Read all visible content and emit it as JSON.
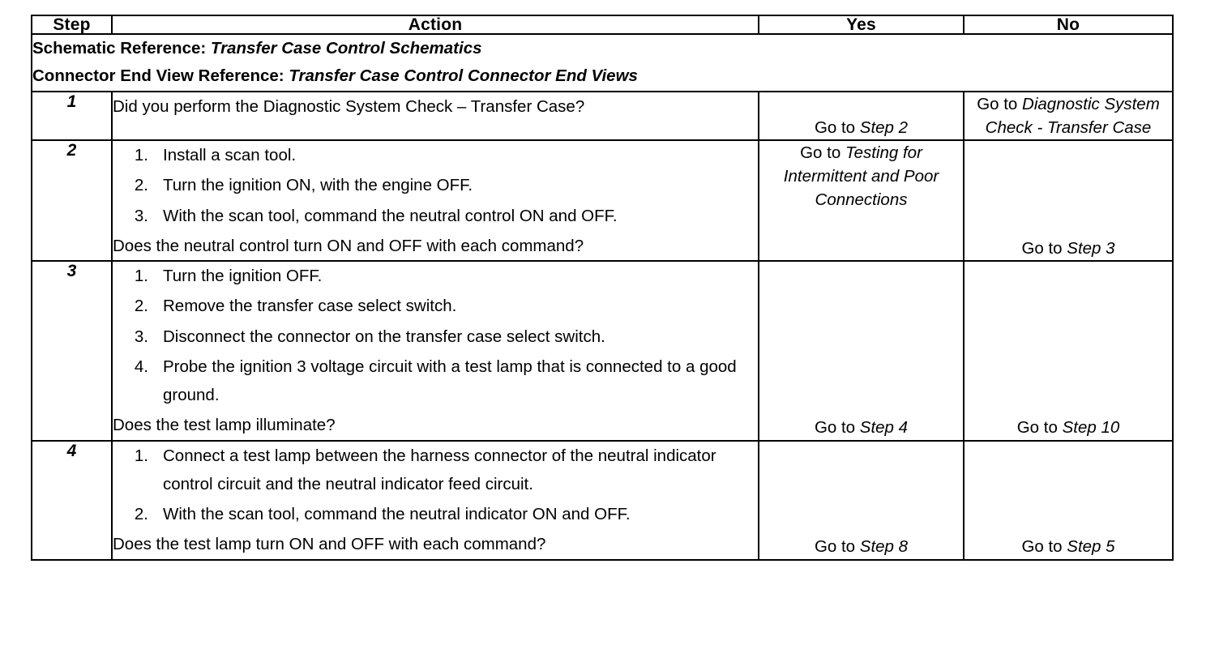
{
  "table": {
    "headers": {
      "step": "Step",
      "action": "Action",
      "yes": "Yes",
      "no": "No"
    },
    "references": [
      {
        "label": "Schematic Reference:",
        "value": "Transfer Case Control Schematics"
      },
      {
        "label": "Connector End View Reference:",
        "value": "Transfer Case Control Connector End Views"
      }
    ],
    "rows": [
      {
        "step": "1",
        "intro": "Did you perform the Diagnostic System Check – Transfer Case?",
        "list": [],
        "question": "",
        "yes": {
          "prefix": "Go to ",
          "target": "Step 2",
          "align": "bottom"
        },
        "no": {
          "prefix": "Go to ",
          "target": "Diagnostic System Check - Transfer Case",
          "align": "top"
        }
      },
      {
        "step": "2",
        "intro": "",
        "list": [
          "Install a scan tool.",
          "Turn the ignition ON, with the engine OFF.",
          "With the scan tool, command the neutral control ON and OFF."
        ],
        "question": "Does the neutral control turn ON and OFF with each command?",
        "yes": {
          "prefix": "Go to ",
          "target": "Testing for Intermittent and Poor Connections",
          "align": "top"
        },
        "no": {
          "prefix": "Go to ",
          "target": "Step 3",
          "align": "bottom"
        }
      },
      {
        "step": "3",
        "intro": "",
        "list": [
          "Turn the ignition OFF.",
          "Remove the transfer case select switch.",
          "Disconnect the connector on the transfer case select switch.",
          "Probe the ignition 3 voltage circuit with a test lamp that is connected to a good ground."
        ],
        "question": "Does the test lamp illuminate?",
        "yes": {
          "prefix": "Go to ",
          "target": "Step 4",
          "align": "bottom"
        },
        "no": {
          "prefix": "Go to ",
          "target": "Step 10",
          "align": "bottom"
        }
      },
      {
        "step": "4",
        "intro": "",
        "list": [
          "Connect a test lamp between the harness connector of the neutral indicator control circuit and the neutral indicator feed circuit.",
          "With the scan tool, command the neutral indicator ON and OFF."
        ],
        "question": "Does the test lamp turn ON and OFF with each command?",
        "yes": {
          "prefix": "Go to ",
          "target": "Step 8",
          "align": "bottom"
        },
        "no": {
          "prefix": "Go to ",
          "target": "Step 5",
          "align": "bottom"
        }
      }
    ]
  },
  "colors": {
    "border": "#000000",
    "background": "#ffffff",
    "text": "#000000"
  }
}
